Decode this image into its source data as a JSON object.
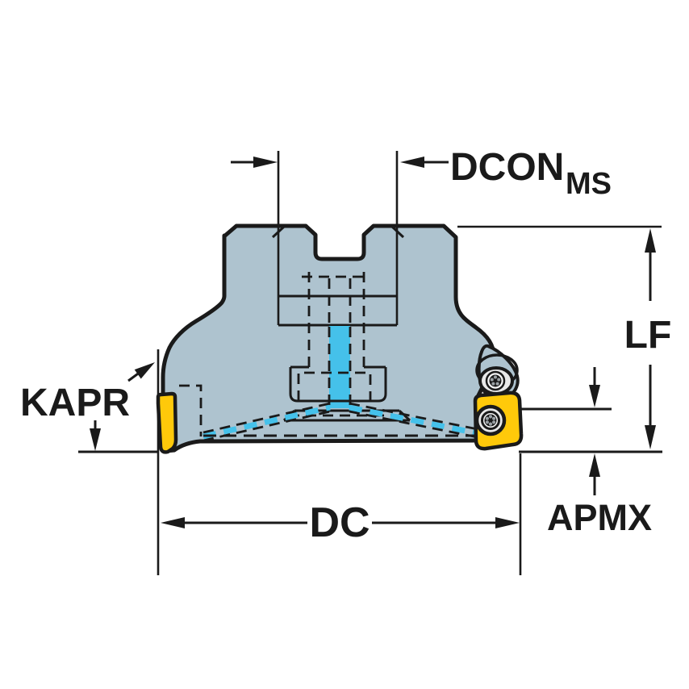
{
  "diagram": {
    "labels": {
      "dcon_main": "DCON",
      "dcon_sub": "MS",
      "lf": "LF",
      "kapr": "KAPR",
      "dc": "DC",
      "apmx": "APMX"
    },
    "colors": {
      "background": "#FFFFFF",
      "body": "#AEC3CF",
      "insert": "#FFC90A",
      "coolant": "#45C1EA",
      "line": "#1A1A1A",
      "screw-ring": "#E8E8E8",
      "screw-face": "#F5F5F5",
      "torx": "#9AA0A4"
    }
  }
}
